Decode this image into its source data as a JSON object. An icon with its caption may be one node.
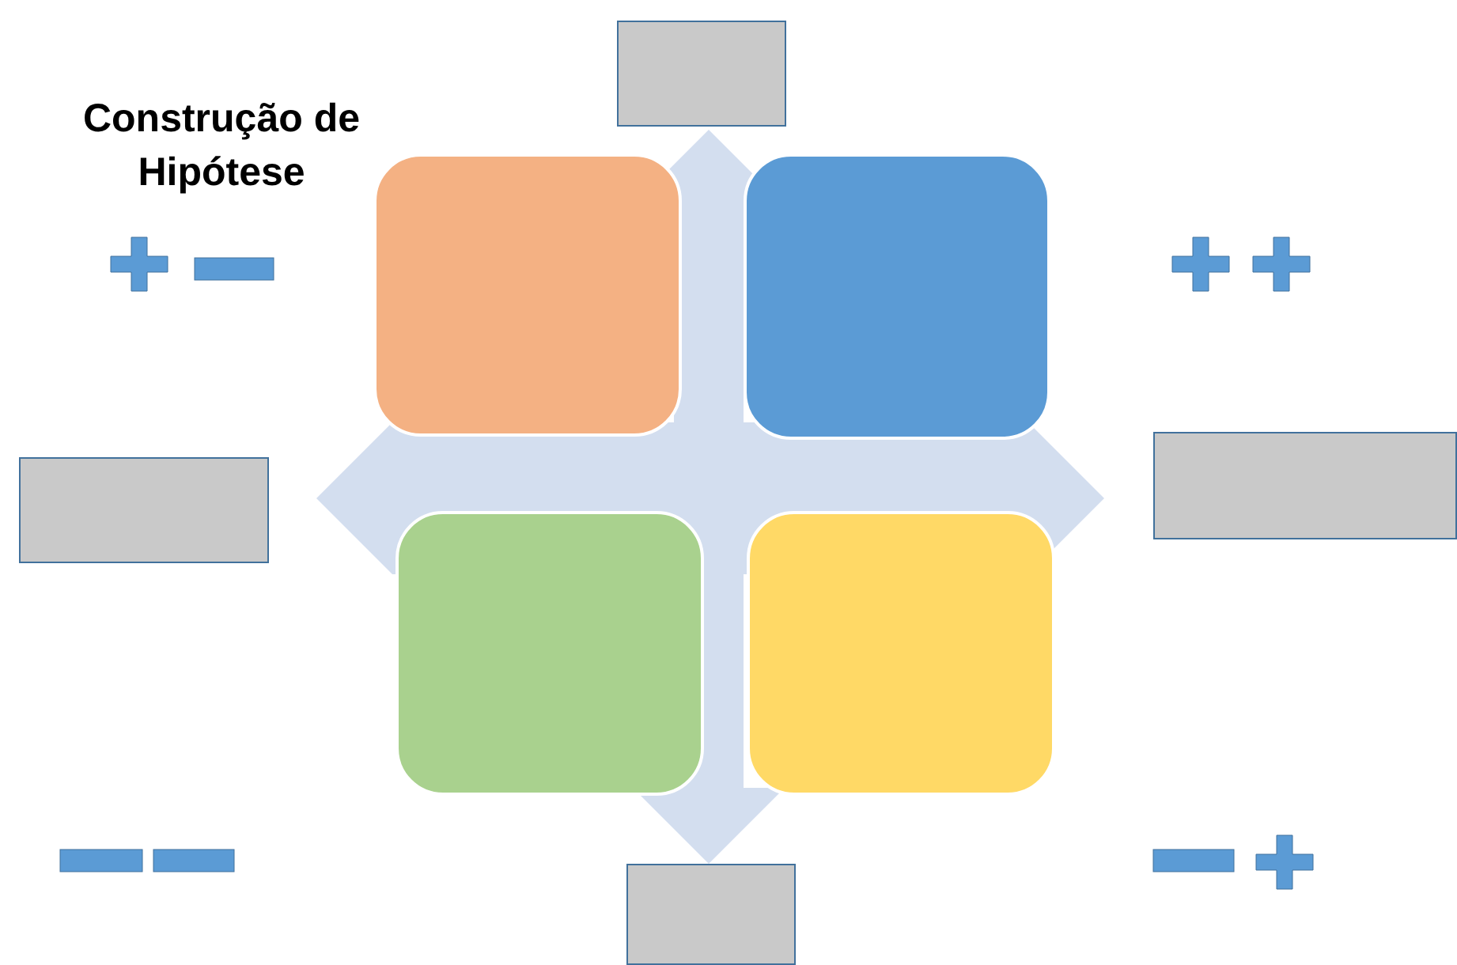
{
  "diagram": {
    "title": "Construção de Hipótese",
    "nodes": [
      {
        "text": [],
        "shape": "box"
      },
      {
        "text": [],
        "shape": "box"
      },
      {
        "text": [],
        "shape": "box"
      },
      {
        "text": [],
        "shape": "box"
      },
      {
        "text": [],
        "shape": "box"
      },
      {
        "text": [],
        "shape": "box"
      },
      {
        "text": [],
        "shape": "box"
      },
      {
        "text": [],
        "shape": "box"
      }
    ]
  }
}
